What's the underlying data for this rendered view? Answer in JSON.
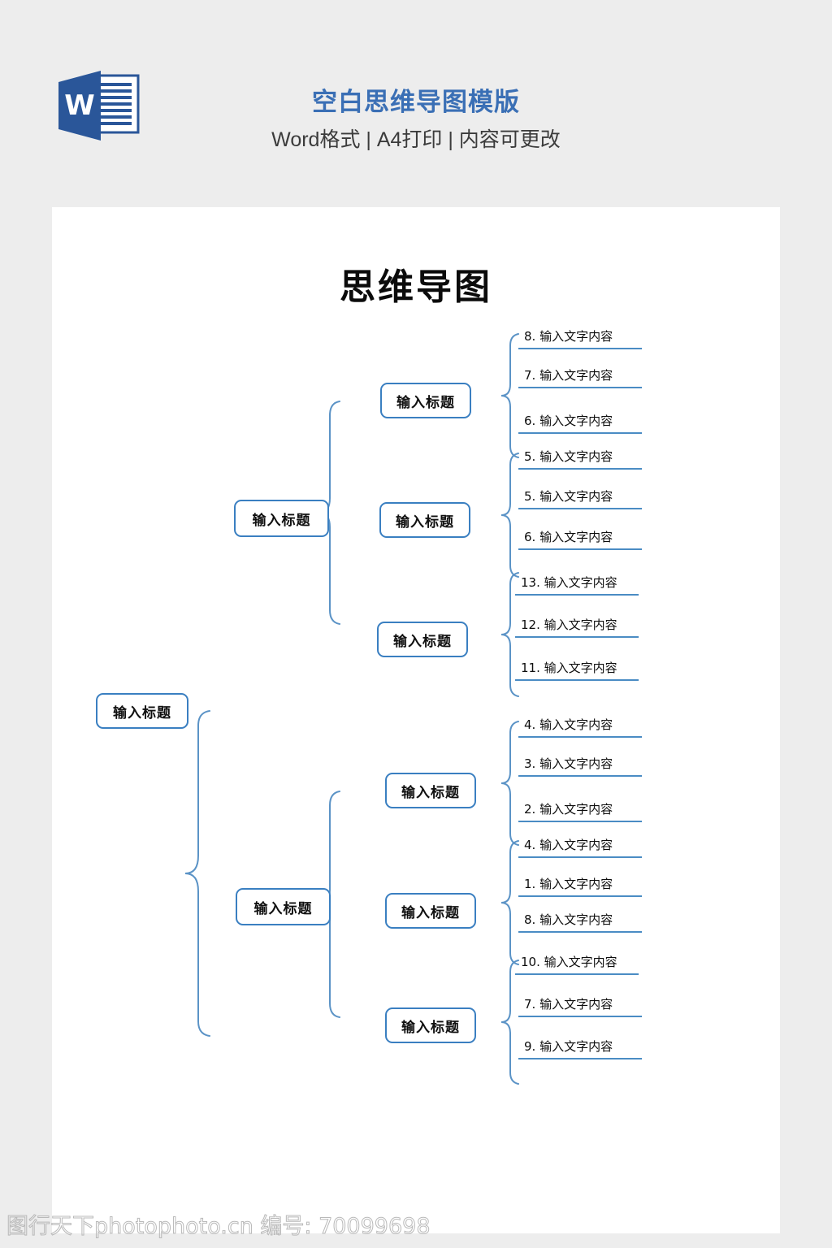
{
  "header": {
    "icon": "word-icon",
    "icon_letter": "W",
    "title": "空白思维导图模版",
    "subtitle": "Word格式 | A4打印 | 内容可更改",
    "title_color": "#3a6fb5",
    "icon_color": "#2a5699"
  },
  "document": {
    "title": "思维导图",
    "accent_color": "#3a7fc1",
    "rule_color": "#4a8cc4"
  },
  "mindmap": {
    "root": {
      "label": "输入标题"
    },
    "branches": [
      {
        "label": "输入标题",
        "children": [
          {
            "label": "输入标题",
            "leaves": [
              "8. 输入文字内容",
              "7. 输入文字内容",
              "6. 输入文字内容"
            ]
          },
          {
            "label": "输入标题",
            "leaves": [
              "5. 输入文字内容",
              "5. 输入文字内容",
              "6. 输入文字内容"
            ]
          },
          {
            "label": "输入标题",
            "leaves": [
              "13. 输入文字内容",
              "12. 输入文字内容",
              "11. 输入文字内容"
            ]
          }
        ]
      },
      {
        "label": "输入标题",
        "children": [
          {
            "label": "输入标题",
            "leaves": [
              "4. 输入文字内容",
              "3. 输入文字内容",
              "2. 输入文字内容"
            ]
          },
          {
            "label": "输入标题",
            "leaves": [
              "4. 输入文字内容",
              "1. 输入文字内容",
              "8. 输入文字内容"
            ]
          },
          {
            "label": "输入标题",
            "leaves": [
              "10. 输入文字内容",
              "7. 输入文字内容",
              "9. 输入文字内容"
            ]
          }
        ]
      }
    ]
  },
  "watermark": {
    "text": "图行天下photophoto.cn 编号: 70099698"
  }
}
